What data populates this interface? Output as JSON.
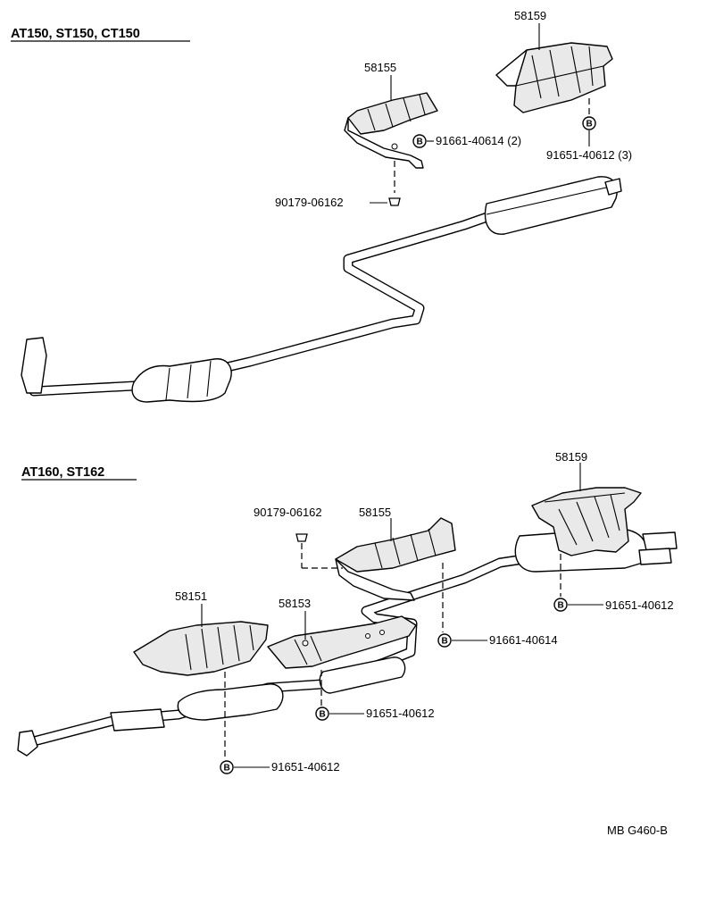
{
  "sections": [
    {
      "heading": "AT150, ST150, CT150",
      "labels": {
        "heat_insulator_58159": "58159",
        "heat_insulator_58155": "58155",
        "bolt_b_91661": "91661-40614 (2)",
        "bolt_b_91651": "91651-40612 (3)",
        "nut_90179": "90179-06162"
      }
    },
    {
      "heading": "AT160, ST162",
      "labels": {
        "heat_insulator_58159": "58159",
        "nut_90179": "90179-06162",
        "heat_insulator_58155": "58155",
        "heat_insulator_58151": "58151",
        "heat_insulator_58153": "58153",
        "bolt_b_91651_right": "91651-40612",
        "bolt_b_91661": "91661-40614",
        "bolt_b_91651_center": "91651-40612",
        "bolt_b_91651_left": "91651-40612"
      }
    }
  ],
  "bolt_marker": "B",
  "figure_reference": "MB G460-B"
}
